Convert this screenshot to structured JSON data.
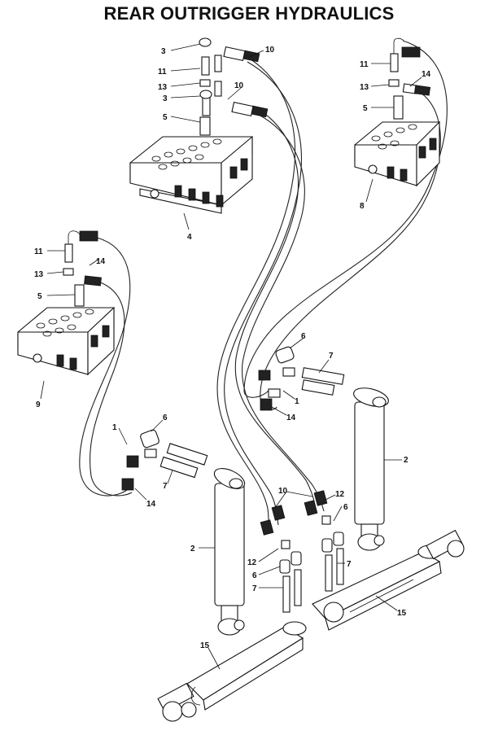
{
  "page": {
    "title": "REAR OUTRIGGER HYDRAULICS"
  },
  "callouts": [
    {
      "id": "c3a",
      "label": "3"
    },
    {
      "id": "c10a",
      "label": "10"
    },
    {
      "id": "c11a",
      "label": "11"
    },
    {
      "id": "c13a",
      "label": "13"
    },
    {
      "id": "c10b",
      "label": "10"
    },
    {
      "id": "c3b",
      "label": "3"
    },
    {
      "id": "c5a",
      "label": "5"
    },
    {
      "id": "c4",
      "label": "4"
    },
    {
      "id": "c11b",
      "label": "11"
    },
    {
      "id": "c13b",
      "label": "13"
    },
    {
      "id": "c14a",
      "label": "14"
    },
    {
      "id": "c5b",
      "label": "5"
    },
    {
      "id": "c8",
      "label": "8"
    },
    {
      "id": "c11c",
      "label": "11"
    },
    {
      "id": "c14b",
      "label": "14"
    },
    {
      "id": "c13c",
      "label": "13"
    },
    {
      "id": "c5c",
      "label": "5"
    },
    {
      "id": "c9",
      "label": "9"
    },
    {
      "id": "c6a",
      "label": "6"
    },
    {
      "id": "c7a",
      "label": "7"
    },
    {
      "id": "c1a",
      "label": "1"
    },
    {
      "id": "c14c",
      "label": "14"
    },
    {
      "id": "c2a",
      "label": "2"
    },
    {
      "id": "c1b",
      "label": "1"
    },
    {
      "id": "c6b",
      "label": "6"
    },
    {
      "id": "c7b",
      "label": "7"
    },
    {
      "id": "c14d",
      "label": "14"
    },
    {
      "id": "c2b",
      "label": "2"
    },
    {
      "id": "c10c",
      "label": "10"
    },
    {
      "id": "c12a",
      "label": "12"
    },
    {
      "id": "c6c",
      "label": "6"
    },
    {
      "id": "c12b",
      "label": "12"
    },
    {
      "id": "c6d",
      "label": "6"
    },
    {
      "id": "c7c",
      "label": "7"
    },
    {
      "id": "c7d",
      "label": "7"
    },
    {
      "id": "c15a",
      "label": "15"
    },
    {
      "id": "c15b",
      "label": "15"
    }
  ]
}
